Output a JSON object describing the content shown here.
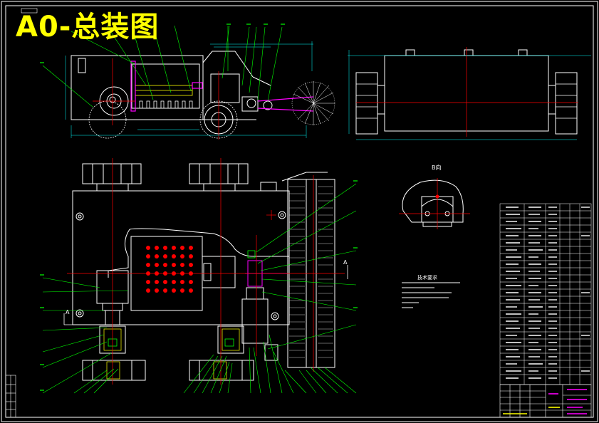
{
  "drawing": {
    "title": "A0-总装图",
    "section_label": "B向",
    "notes_title": "技术要求",
    "section_marks": [
      "A",
      "A"
    ]
  },
  "colors": {
    "background": "#000000",
    "outline": "#ffffff",
    "centerline": "#ff0000",
    "leader": "#00ff00",
    "hatch": "#ffff00",
    "highlight": "#ff00ff",
    "dimension": "#00ffff",
    "title": "#ffff00"
  }
}
